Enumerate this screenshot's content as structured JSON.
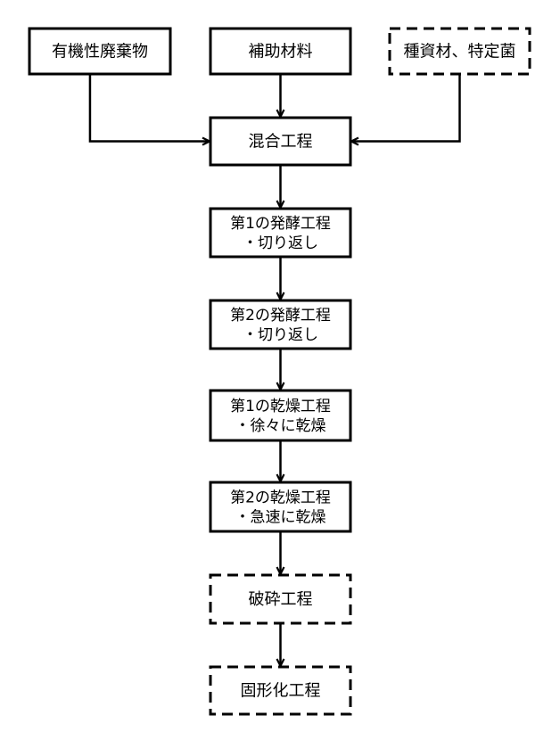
{
  "nodes": [
    {
      "id": "organic-waste",
      "lines": [
        "有機性廃棄物"
      ],
      "style": "solid"
    },
    {
      "id": "auxiliary-material",
      "lines": [
        "補助材料"
      ],
      "style": "solid"
    },
    {
      "id": "seed-material",
      "lines": [
        "種資材、特定菌"
      ],
      "style": "dashed"
    },
    {
      "id": "mixing-process",
      "lines": [
        "混合工程"
      ],
      "style": "solid"
    },
    {
      "id": "fermentation-1",
      "lines": [
        "第1の発酵工程",
        "・切り返し"
      ],
      "style": "solid"
    },
    {
      "id": "fermentation-2",
      "lines": [
        "第2の発酵工程",
        "・切り返し"
      ],
      "style": "solid"
    },
    {
      "id": "drying-1",
      "lines": [
        "第1の乾燥工程",
        "・徐々に乾燥"
      ],
      "style": "solid"
    },
    {
      "id": "drying-2",
      "lines": [
        "第2の乾燥工程",
        "・急速に乾燥"
      ],
      "style": "solid"
    },
    {
      "id": "crushing-process",
      "lines": [
        "破砕工程"
      ],
      "style": "dashed"
    },
    {
      "id": "solidification-process",
      "lines": [
        "固形化工程"
      ],
      "style": "dashed"
    }
  ],
  "edges": [
    {
      "from": "organic-waste",
      "to": "mixing-process"
    },
    {
      "from": "auxiliary-material",
      "to": "mixing-process"
    },
    {
      "from": "seed-material",
      "to": "mixing-process"
    },
    {
      "from": "mixing-process",
      "to": "fermentation-1"
    },
    {
      "from": "fermentation-1",
      "to": "fermentation-2"
    },
    {
      "from": "fermentation-2",
      "to": "drying-1"
    },
    {
      "from": "drying-1",
      "to": "drying-2"
    },
    {
      "from": "drying-2",
      "to": "crushing-process"
    },
    {
      "from": "crushing-process",
      "to": "solidification-process"
    }
  ]
}
